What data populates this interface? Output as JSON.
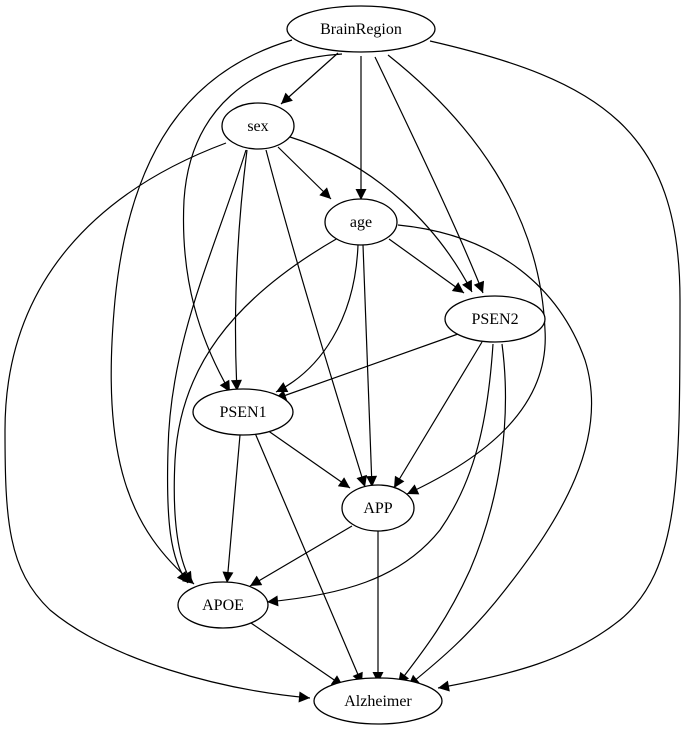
{
  "nodes": [
    {
      "id": "BrainRegion",
      "label": "BrainRegion"
    },
    {
      "id": "sex",
      "label": "sex"
    },
    {
      "id": "age",
      "label": "age"
    },
    {
      "id": "PSEN2",
      "label": "PSEN2"
    },
    {
      "id": "PSEN1",
      "label": "PSEN1"
    },
    {
      "id": "APP",
      "label": "APP"
    },
    {
      "id": "APOE",
      "label": "APOE"
    },
    {
      "id": "Alzheimer",
      "label": "Alzheimer"
    }
  ],
  "edges": [
    {
      "from": "BrainRegion",
      "to": "sex"
    },
    {
      "from": "BrainRegion",
      "to": "age"
    },
    {
      "from": "BrainRegion",
      "to": "PSEN2"
    },
    {
      "from": "BrainRegion",
      "to": "PSEN1"
    },
    {
      "from": "BrainRegion",
      "to": "APP"
    },
    {
      "from": "BrainRegion",
      "to": "APOE"
    },
    {
      "from": "BrainRegion",
      "to": "Alzheimer"
    },
    {
      "from": "sex",
      "to": "age"
    },
    {
      "from": "sex",
      "to": "PSEN2"
    },
    {
      "from": "sex",
      "to": "PSEN1"
    },
    {
      "from": "sex",
      "to": "APP"
    },
    {
      "from": "sex",
      "to": "APOE"
    },
    {
      "from": "sex",
      "to": "Alzheimer"
    },
    {
      "from": "age",
      "to": "PSEN2"
    },
    {
      "from": "age",
      "to": "PSEN1"
    },
    {
      "from": "age",
      "to": "APP"
    },
    {
      "from": "age",
      "to": "APOE"
    },
    {
      "from": "age",
      "to": "Alzheimer"
    },
    {
      "from": "PSEN2",
      "to": "PSEN1"
    },
    {
      "from": "PSEN2",
      "to": "APP"
    },
    {
      "from": "PSEN2",
      "to": "APOE"
    },
    {
      "from": "PSEN2",
      "to": "Alzheimer"
    },
    {
      "from": "PSEN1",
      "to": "APP"
    },
    {
      "from": "PSEN1",
      "to": "APOE"
    },
    {
      "from": "PSEN1",
      "to": "Alzheimer"
    },
    {
      "from": "APP",
      "to": "APOE"
    },
    {
      "from": "APP",
      "to": "Alzheimer"
    },
    {
      "from": "APOE",
      "to": "Alzheimer"
    }
  ]
}
